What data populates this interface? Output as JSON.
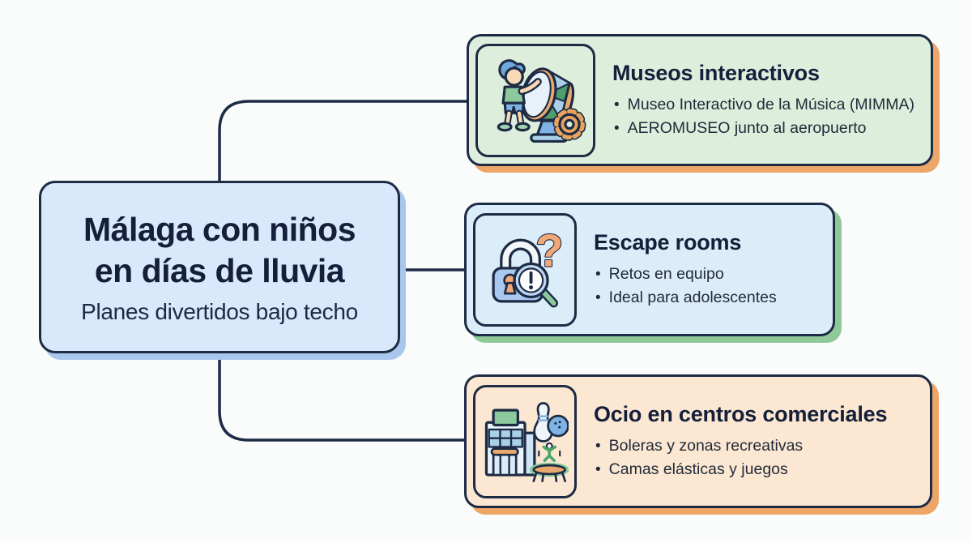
{
  "ui": {
    "bullet": "•"
  },
  "root_node": {
    "title_line1": "Málaga con niños",
    "title_line2": "en días de lluvia",
    "subtitle": "Planes divertidos bajo techo"
  },
  "branches": [
    {
      "title": "Museos interactivos",
      "bullets": [
        "Museo Interactivo de la Música (MIMMA)",
        "AEROMUSEO junto al aeropuerto"
      ],
      "icon": "child-playing-drum-icon"
    },
    {
      "title": "Escape rooms",
      "bullets": [
        "Retos en equipo",
        "Ideal para adolescentes"
      ],
      "icon": "padlock-magnifying-glass-icon"
    },
    {
      "title": "Ocio en centros comerciales",
      "bullets": [
        "Boleras y zonas recreativas",
        "Camas elásticas y juegos"
      ],
      "icon": "mall-bowling-trampoline-icon"
    }
  ],
  "icons": {
    "escape_question_glyph": "?"
  },
  "colors": {
    "bg": "#fafbfb",
    "node_border": "#1d2b45",
    "connector": "#1d2b45",
    "title_color": "#141f3a",
    "text_color": "#222b3a",
    "main_fill": "#d9e8fb",
    "main_shadow": "#a9c7ec",
    "branch1_fill": "#ddeedc",
    "branch1_shadow": "#eda667",
    "branch2_fill": "#dcedfa",
    "branch2_shadow": "#8ec997",
    "branch3_fill": "#fbe7d2",
    "branch3_shadow": "#eda667"
  }
}
